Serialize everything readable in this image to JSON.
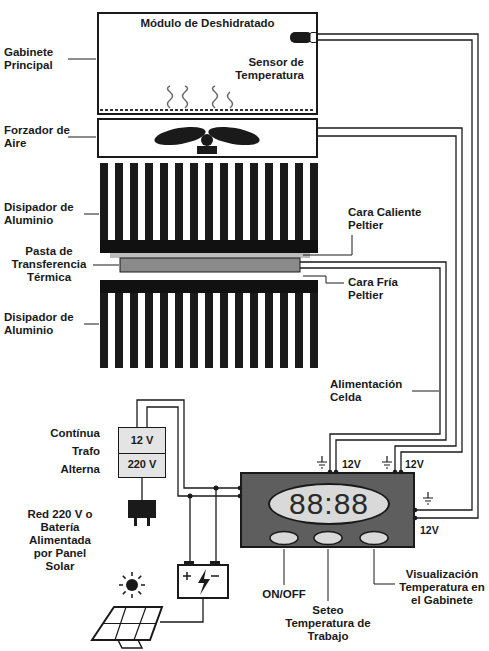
{
  "diagram": {
    "nodes": [
      {
        "text": [
          "Módulo de Deshidratado"
        ]
      },
      {
        "text": [
          "12 V",
          "220 V"
        ]
      },
      {
        "text": [
          "12V",
          "12V",
          "12V"
        ]
      },
      {
        "text": [
          "88:88"
        ],
        "in": 2
      }
    ],
    "edges": [
      {
        "from": 1,
        "to": 2,
        "arrow": "none"
      },
      {
        "from": 2,
        "to": 0,
        "arrow": "none"
      }
    ],
    "labels": [
      "Gabinete Principal",
      "Sensor de Temperatura",
      "Forzador de Aire",
      "Disipador de Aluminio",
      "Cara Caliente Peltier",
      "Pasta de Transferencia Térmica",
      "Cara Fría Peltier",
      "Disipador de Aluminio",
      "Alimentación Celda",
      "Contínua",
      "Trafo",
      "Alterna",
      "Red 220 V o Batería Alimentada por Panel Solar",
      "ON/OFF",
      "Seteo Temperatura de Trabajo",
      "Visualización Temperatura en el Gabinete"
    ]
  }
}
